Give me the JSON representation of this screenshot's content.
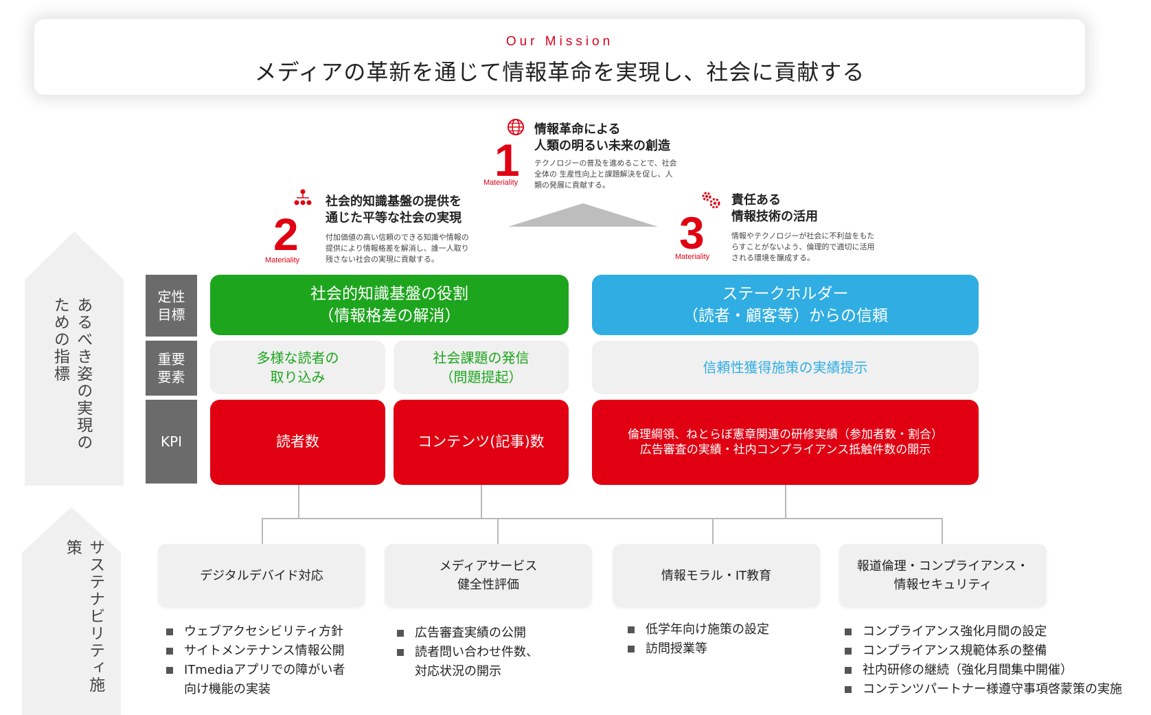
{
  "mission": {
    "label": "Our Mission",
    "text": "メディアの革新を通じて情報革命を実現し、社会に貢献する"
  },
  "materialities": [
    {
      "number": "1",
      "word": "Materiality",
      "icon": "globe-icon",
      "title_line1": "情報革命による",
      "title_line2": "人類の明るい未来の創造",
      "desc_line1": "テクノロジーの普及を進めることで、社会",
      "desc_line2": "全体の 生産性向上と課題解決を促し、人",
      "desc_line3": "類の発展に貢献する。"
    },
    {
      "number": "2",
      "word": "Materiality",
      "icon": "network-icon",
      "title_line1": "社会的知識基盤の提供を",
      "title_line2": "通じた平等な社会の実現",
      "desc_line1": "付加価値の高い信頼のできる知識や情報の",
      "desc_line2": "提供により情報格差を解消し、誰一人取り",
      "desc_line3": "残さない社会の実現に貢献する。"
    },
    {
      "number": "3",
      "word": "Materiality",
      "icon": "gears-icon",
      "title_line1": "責任ある",
      "title_line2": "情報技術の活用",
      "desc_line1": "情報やテクノロジーが社会に不利益をもた",
      "desc_line2": "らすことがないよう、倫理的で適切に活用",
      "desc_line3": "される環境を醸成する。"
    }
  ],
  "side": {
    "top": "あるべき姿の実現のための指標",
    "bottom": "サステナビリティ施策"
  },
  "row_labels": {
    "qualitative_1": "定性",
    "qualitative_2": "目標",
    "elements_1": "重要",
    "elements_2": "要素",
    "kpi": "KPI"
  },
  "goals": {
    "left_1": "社会的知識基盤の役割",
    "left_2": "（情報格差の解消）",
    "right_1": "ステークホルダー",
    "right_2": "（読者・顧客等）からの信頼"
  },
  "elements": {
    "a_1": "多様な読者の",
    "a_2": "取り込み",
    "b_1": "社会課題の発信",
    "b_2": "（問題提起）",
    "c": "信頼性獲得施策の実績提示"
  },
  "kpis": {
    "a": "読者数",
    "b": "コンテンツ(記事)数",
    "c_1": "倫理綱領、ねとらぼ憲章関連の研修実績（参加者数・割合）",
    "c_2": "広告審査の実績・社内コンプライアンス抵触件数の開示"
  },
  "measures": [
    {
      "line1": "デジタルデバイド対応",
      "line2": "",
      "bullets": [
        [
          "ウェブアクセシビリティ方針"
        ],
        [
          "サイトメンテナンス情報公開"
        ],
        [
          "ITmediaアプリでの障がい者",
          "向け機能の実装"
        ]
      ]
    },
    {
      "line1": "メディアサービス",
      "line2": "健全性評価",
      "bullets": [
        [
          "広告審査実績の公開"
        ],
        [
          "読者問い合わせ件数、",
          "対応状況の開示"
        ]
      ]
    },
    {
      "line1": "情報モラル・IT教育",
      "line2": "",
      "bullets": [
        [
          "低学年向け施策の設定"
        ],
        [
          "訪問授業等"
        ]
      ]
    },
    {
      "line1": "報道倫理・コンプライアンス・",
      "line2": "情報セキュリティ",
      "bullets": [
        [
          "コンプライアンス強化月間の設定"
        ],
        [
          "コンプライアンス規範体系の整備"
        ],
        [
          "社内研修の継続（強化月間集中開催）"
        ],
        [
          "コンテンツパートナー様遵守事項啓蒙策の実施"
        ]
      ]
    }
  ],
  "colors": {
    "red": "#e00012",
    "green": "#1ea51e",
    "blue": "#30ade2",
    "label_grey": "#6b6b6b",
    "panel_grey": "#f0f0f0"
  }
}
